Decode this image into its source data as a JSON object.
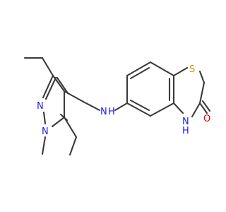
{
  "molecule": {
    "atoms": [
      {
        "id": "S1",
        "label": "S",
        "color": "#b3a200"
      },
      {
        "id": "NH1",
        "label": "N",
        "sub": "H",
        "color": "#2020e0"
      },
      {
        "id": "O1",
        "label": "O",
        "color": "#e00000"
      },
      {
        "id": "NH2",
        "label": "N",
        "sub": "H",
        "color": "#2020e0"
      },
      {
        "id": "N1",
        "label": "N",
        "color": "#2020e0"
      },
      {
        "id": "N2",
        "label": "N",
        "color": "#2020e0"
      }
    ],
    "bond_color": "#3a3a3a"
  }
}
